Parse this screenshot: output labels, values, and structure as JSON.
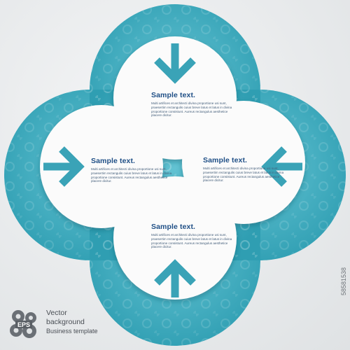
{
  "colors": {
    "teal": "#4ab3c5",
    "teal_dark": "#3aa1b4",
    "card": "#ffffff",
    "arrow": "#3aa3b7",
    "title": "#1f4f86"
  },
  "cards": [
    {
      "id": "top",
      "title": "Sample text.",
      "body": "Multi artifices et architecti divina proportione usi sunt, praesertim rectangulis cuius breve latus et latus in divina proportione consistunt. Aureus rectangulus aesthetice placere dicitur.",
      "arrow": "arrow-down-icon"
    },
    {
      "id": "left",
      "title": "Sample text.",
      "body": "Multi artifices et architecti divina proportione usi sunt, praesertim rectangulis cuius breve latus et latus in divina proportione consistunt. Aureus rectangulus aesthetice placere dicitur.",
      "arrow": "arrow-right-icon"
    },
    {
      "id": "right",
      "title": "Sample text.",
      "body": "Multi artifices et architecti divina proportione usi sunt, praesertim rectangulis cuius breve latus et latus in divina proportione consistunt. Aureus rectangulus aesthetice placere dicitur.",
      "arrow": "arrow-left-icon"
    },
    {
      "id": "bottom",
      "title": "Sample text.",
      "body": "Multi artifices et architecti divina proportione usi sunt, praesertim rectangulis cuius breve latus et latus in divina proportione consistunt. Aureus rectangulus aesthetice placere dicitur.",
      "arrow": "arrow-up-icon"
    }
  ],
  "footer": {
    "badge": "EPS",
    "line1": "Vector",
    "line2": "background",
    "line3": "Business template"
  },
  "side_id": "58581538"
}
